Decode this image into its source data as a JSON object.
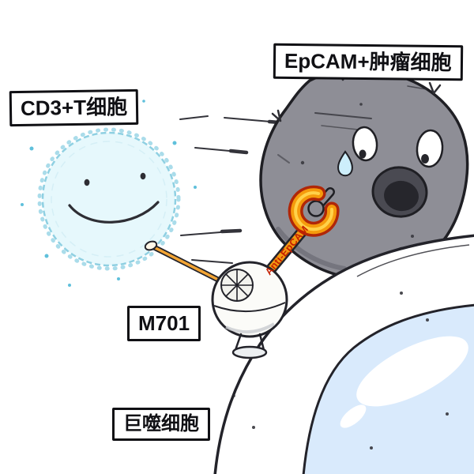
{
  "labels": {
    "tumor_cell": "EpCAM+肿瘤细胞",
    "t_cell": "CD3+T细胞",
    "molecule": "M701",
    "macrophage": "巨噬细胞",
    "arm_anti_epcam": "Anti-EpCAM"
  },
  "colors": {
    "background": "#ffffff",
    "t_cell_fill": "#e6f8fc",
    "t_cell_rim": "#8fd0e2",
    "tumor_fill": "#8e8e96",
    "outline": "#1f1f24",
    "arm_orange": "#f29a12",
    "clamp_outer_red": "#b02708",
    "clamp_inner_yellow": "#ffd24a",
    "arm_text_red": "#c41f00",
    "macrophage_inner_blue": "#d9eafc",
    "speckle_blue": "#5fc0db"
  }
}
